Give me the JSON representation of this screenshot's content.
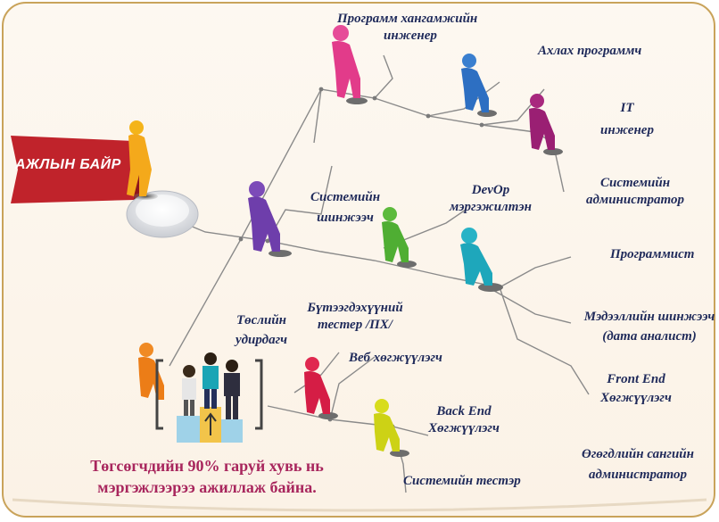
{
  "banner": {
    "label": "АЖЛЫН БАЙР"
  },
  "roles": {
    "software_support_engineer": {
      "line1": "Программ хангамжийн",
      "line2": "инженер"
    },
    "lead_programmer": "Ахлах программч",
    "it_engineer": {
      "line1": "IT",
      "line2": "инженер"
    },
    "system_administrator": {
      "line1": "Системийн",
      "line2": "администратор"
    },
    "systems_analyst": {
      "line1": "Системийн",
      "line2": "шинжээч"
    },
    "devops": {
      "line1": "DevOp",
      "line2": "мэргэжилтэн"
    },
    "programmer": "Программист",
    "data_analyst": {
      "line1": "Мэдээллийн шинжээч",
      "line2": "(дата аналист)"
    },
    "project_manager": {
      "line1": "Төслийн",
      "line2": "удирдагч"
    },
    "ux_tester": {
      "line1": "Бүтээгдэхүүний",
      "line2": "тестер /ПХ/"
    },
    "web_developer": "Веб хөгжүүлэгч",
    "back_end_developer": {
      "line1": "Back End",
      "line2": "Хөгжүүлэгч"
    },
    "front_end_developer": {
      "line1": "Front End",
      "line2": "Хөгжүүлэгч"
    },
    "database_administrator": {
      "line1": "Өгөгдлийн сангийн",
      "line2": "администратор"
    },
    "system_tester": "Системийн тестэр"
  },
  "footer": {
    "line1": "Төгсөгчдийн 90% гаруй хувь нь",
    "line2": "мэргэжлээрээ ажиллаж байна."
  },
  "colors": {
    "frame_border": "#c9a35a",
    "banner_red": "#c0232b",
    "text_navy": "#1f2a5a",
    "footer_magenta": "#a8265d",
    "line_gray": "#8a8a8a"
  }
}
